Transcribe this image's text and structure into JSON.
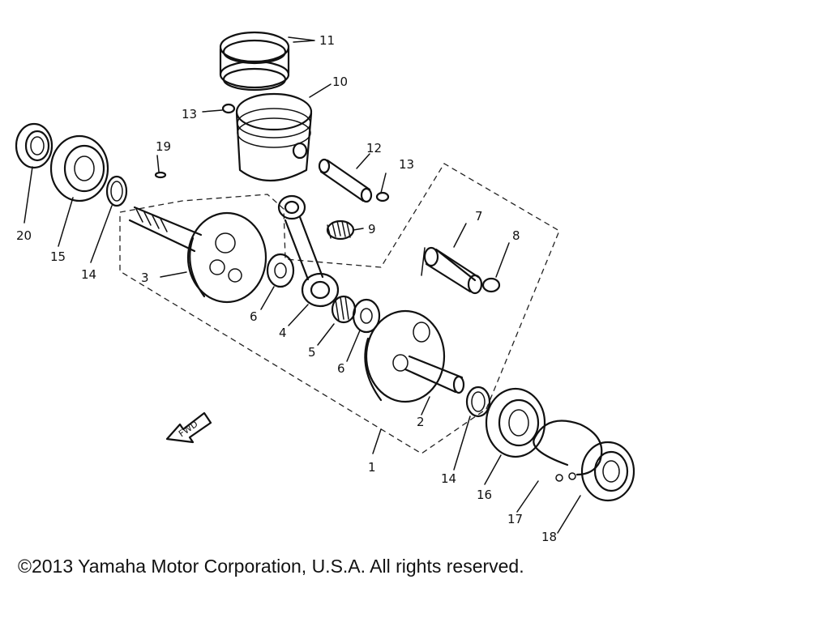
{
  "callouts": {
    "n1": "1",
    "n2": "2",
    "n3": "3",
    "n4": "4",
    "n5": "5",
    "n6a": "6",
    "n6b": "6",
    "n7": "7",
    "n8": "8",
    "n9": "9",
    "n10": "10",
    "n11": "11",
    "n12": "12",
    "n13a": "13",
    "n13b": "13",
    "n14a": "14",
    "n14b": "14",
    "n15": "15",
    "n16": "16",
    "n17": "17",
    "n18": "18",
    "n19": "19",
    "n20": "20"
  },
  "direction_marker": "FWD",
  "copyright": "©2013 Yamaha Motor Corporation, U.S.A. All rights reserved."
}
